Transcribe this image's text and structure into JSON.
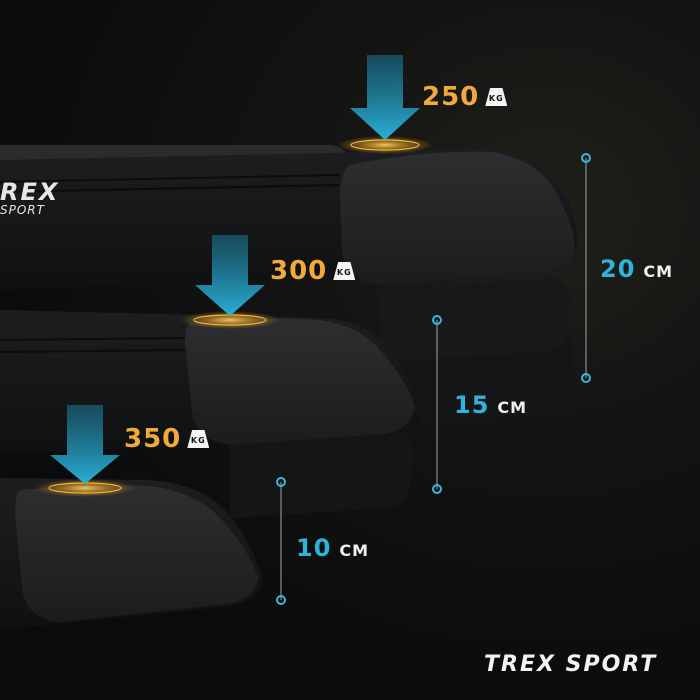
{
  "loads": [
    {
      "value": "250",
      "unit": "KG"
    },
    {
      "value": "300",
      "unit": "KG"
    },
    {
      "value": "350",
      "unit": "KG"
    }
  ],
  "heights": [
    {
      "value": "20",
      "unit": "CM"
    },
    {
      "value": "15",
      "unit": "CM"
    },
    {
      "value": "10",
      "unit": "CM"
    }
  ],
  "product_logo": "REX",
  "product_logo_sub": "SPORT",
  "brand": "TREX SPORT",
  "colors": {
    "accent_load": "#f2a93b",
    "accent_height": "#2fb3dc",
    "arrow": "#1f8fb2",
    "glow": "#f0b73a"
  }
}
